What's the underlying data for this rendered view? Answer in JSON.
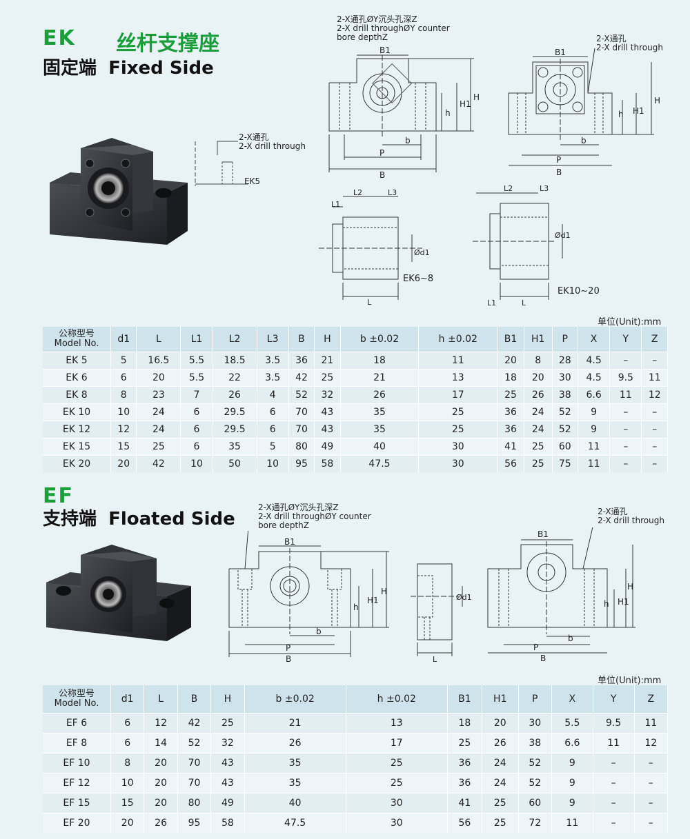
{
  "ek": {
    "code": "EK",
    "title_cn": "丝杆支撑座",
    "subtitle_cn": "固定端",
    "subtitle_en": "Fixed Side",
    "note_counterbore": [
      "2-X通孔ØY沉头孔深Z",
      "2-X drill throughØY counter",
      "bore depthZ"
    ],
    "note_through": [
      "2-X通孔",
      "2-X drill through"
    ],
    "note_through_ek5": [
      "2-X通孔",
      "2-X drill through"
    ],
    "label_ek5": "EK5",
    "label_ek6_8": "EK6~8",
    "label_ek10_20": "EK10~20",
    "unit": "单位(Unit):mm",
    "table": {
      "model_header_cn": "公称型号",
      "model_header_en": "Model No.",
      "columns": [
        "d1",
        "L",
        "L1",
        "L2",
        "L3",
        "B",
        "H",
        "b ±0.02",
        "h ±0.02",
        "B1",
        "H1",
        "P",
        "X",
        "Y",
        "Z"
      ],
      "rows": [
        [
          "EK  5",
          "5",
          "16.5",
          "5.5",
          "18.5",
          "3.5",
          "36",
          "21",
          "18",
          "11",
          "20",
          "8",
          "28",
          "4.5",
          "–",
          "–"
        ],
        [
          "EK  6",
          "6",
          "20",
          "5.5",
          "22",
          "3.5",
          "42",
          "25",
          "21",
          "13",
          "18",
          "20",
          "30",
          "4.5",
          "9.5",
          "11"
        ],
        [
          "EK  8",
          "8",
          "23",
          "7",
          "26",
          "4",
          "52",
          "32",
          "26",
          "17",
          "25",
          "26",
          "38",
          "6.6",
          "11",
          "12"
        ],
        [
          "EK 10",
          "10",
          "24",
          "6",
          "29.5",
          "6",
          "70",
          "43",
          "35",
          "25",
          "36",
          "24",
          "52",
          "9",
          "–",
          "–"
        ],
        [
          "EK 12",
          "12",
          "24",
          "6",
          "29.5",
          "6",
          "70",
          "43",
          "35",
          "25",
          "36",
          "24",
          "52",
          "9",
          "–",
          "–"
        ],
        [
          "EK 15",
          "15",
          "25",
          "6",
          "35",
          "5",
          "80",
          "49",
          "40",
          "30",
          "41",
          "25",
          "60",
          "11",
          "–",
          "–"
        ],
        [
          "EK 20",
          "20",
          "42",
          "10",
          "50",
          "10",
          "95",
          "58",
          "47.5",
          "30",
          "56",
          "25",
          "75",
          "11",
          "–",
          "–"
        ]
      ]
    }
  },
  "ef": {
    "code": "EF",
    "subtitle_cn": "支持端",
    "subtitle_en": "Floated Side",
    "note_counterbore": [
      "2-X通孔ØY沉头孔深Z",
      "2-X drill throughØY counter",
      "bore depthZ"
    ],
    "note_through": [
      "2-X通孔",
      "2-X drill through"
    ],
    "unit": "单位(Unit):mm",
    "table": {
      "model_header_cn": "公称型号",
      "model_header_en": "Model No.",
      "columns": [
        "d1",
        "L",
        "B",
        "H",
        "b ±0.02",
        "h ±0.02",
        "B1",
        "H1",
        "P",
        "X",
        "Y",
        "Z"
      ],
      "rows": [
        [
          "EF  6",
          "6",
          "12",
          "42",
          "25",
          "21",
          "13",
          "18",
          "20",
          "30",
          "5.5",
          "9.5",
          "11"
        ],
        [
          "EF  8",
          "6",
          "14",
          "52",
          "32",
          "26",
          "17",
          "25",
          "26",
          "38",
          "6.6",
          "11",
          "12"
        ],
        [
          "EF 10",
          "8",
          "20",
          "70",
          "43",
          "35",
          "25",
          "36",
          "24",
          "52",
          "9",
          "–",
          "–"
        ],
        [
          "EF 12",
          "10",
          "20",
          "70",
          "43",
          "35",
          "25",
          "36",
          "24",
          "52",
          "9",
          "–",
          "–"
        ],
        [
          "EF 15",
          "15",
          "20",
          "80",
          "49",
          "40",
          "30",
          "41",
          "25",
          "60",
          "9",
          "–",
          "–"
        ],
        [
          "EF 20",
          "20",
          "26",
          "95",
          "58",
          "47.5",
          "30",
          "56",
          "25",
          "72",
          "11",
          "–",
          "–"
        ]
      ]
    }
  },
  "dims": {
    "B1": "B1",
    "B": "B",
    "P": "P",
    "b": "b",
    "h": "h",
    "H": "H",
    "H1": "H1",
    "L": "L",
    "L1": "L1",
    "L2": "L2",
    "L3": "L3",
    "d1": "Ød1"
  }
}
